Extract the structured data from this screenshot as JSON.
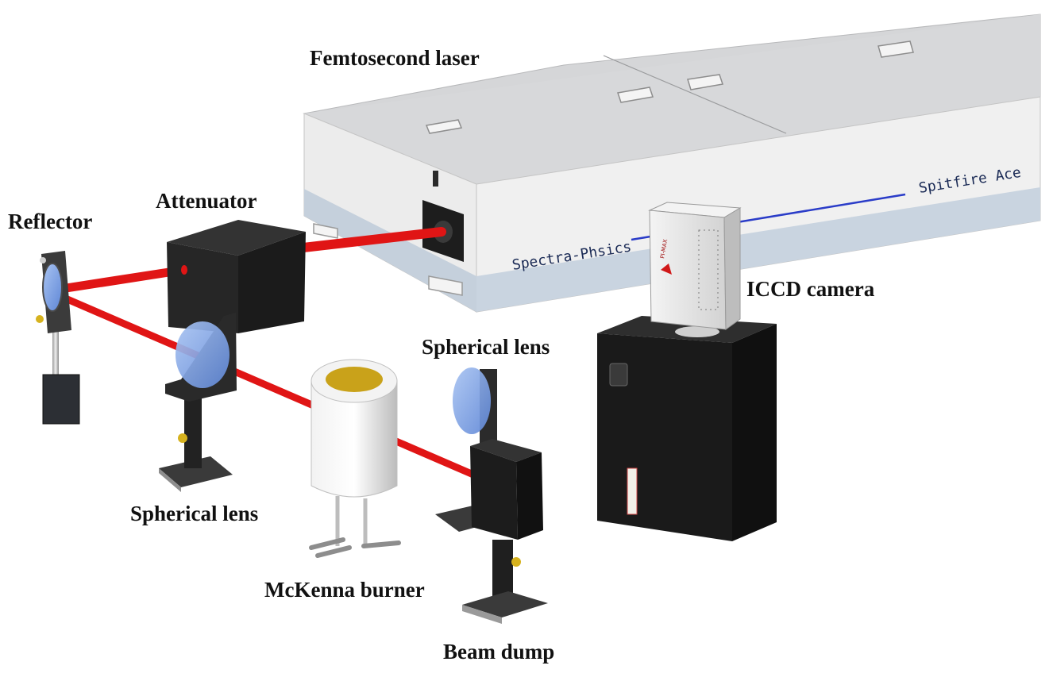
{
  "labels": {
    "femtosecond_laser": "Femtosecond laser",
    "attenuator": "Attenuator",
    "reflector": "Reflector",
    "iccd_camera": "ICCD camera",
    "spherical_lens_top": "Spherical lens",
    "spherical_lens_bottom": "Spherical lens",
    "mckenna_burner": "McKenna burner",
    "beam_dump": "Beam dump"
  },
  "laser_branding": {
    "model": "Spitfire Ace",
    "maker": "Spectra-Phsics"
  },
  "camera_branding": {
    "logo": "PI-MAX"
  },
  "colors": {
    "beam": "#e01515",
    "lens": "#7fa6e8",
    "laser_top": "#d5d6d8",
    "laser_front": "#ececec",
    "laser_stripe": "#c9d4e0",
    "brand_line": "#2a3cc8",
    "equipment_dark": "#1d1d1d",
    "burner_top": "#c9a21a"
  }
}
